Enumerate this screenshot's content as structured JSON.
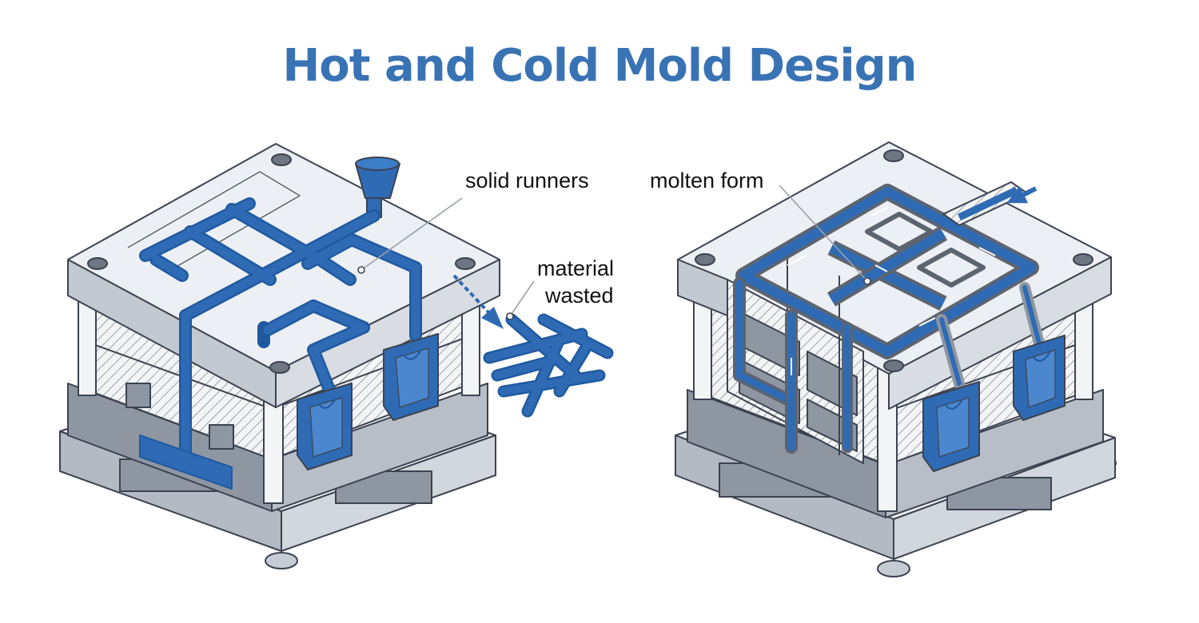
{
  "title": "Hot and Cold Mold Design",
  "labels": {
    "solid_runners": "solid runners",
    "material_wasted_line1": "material",
    "material_wasted_line2": "wasted",
    "molten_form": "molten form"
  },
  "colors": {
    "title": "#3a73b4",
    "material": "#2f6bb5",
    "outline": "#3c4350",
    "plate_top": "#eceff3",
    "plate_front": "#d2d7de",
    "plate_side": "#a9b0ba"
  }
}
